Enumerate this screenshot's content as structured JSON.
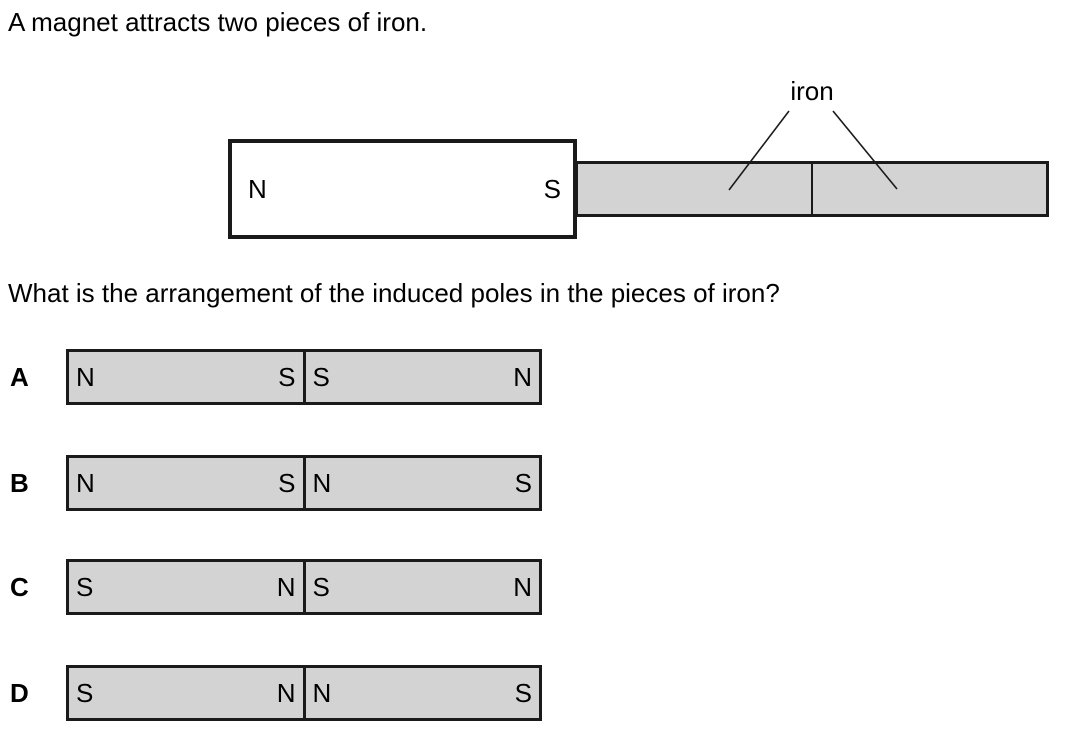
{
  "intro": "A magnet attracts two pieces of iron.",
  "question": "What is the arrangement of the induced poles in the pieces of iron?",
  "diagram": {
    "magnet": {
      "left_pole": "N",
      "right_pole": "S"
    },
    "iron_label": "iron"
  },
  "options": [
    {
      "label": "A",
      "bar1": {
        "left": "N",
        "right": "S"
      },
      "bar2": {
        "left": "S",
        "right": "N"
      }
    },
    {
      "label": "B",
      "bar1": {
        "left": "N",
        "right": "S"
      },
      "bar2": {
        "left": "N",
        "right": "S"
      }
    },
    {
      "label": "C",
      "bar1": {
        "left": "S",
        "right": "N"
      },
      "bar2": {
        "left": "S",
        "right": "N"
      }
    },
    {
      "label": "D",
      "bar1": {
        "left": "S",
        "right": "N"
      },
      "bar2": {
        "left": "N",
        "right": "S"
      }
    }
  ],
  "colors": {
    "iron_fill": "#d3d3d3",
    "line": "#1a1a1a",
    "text": "#000000",
    "background": "#ffffff"
  }
}
